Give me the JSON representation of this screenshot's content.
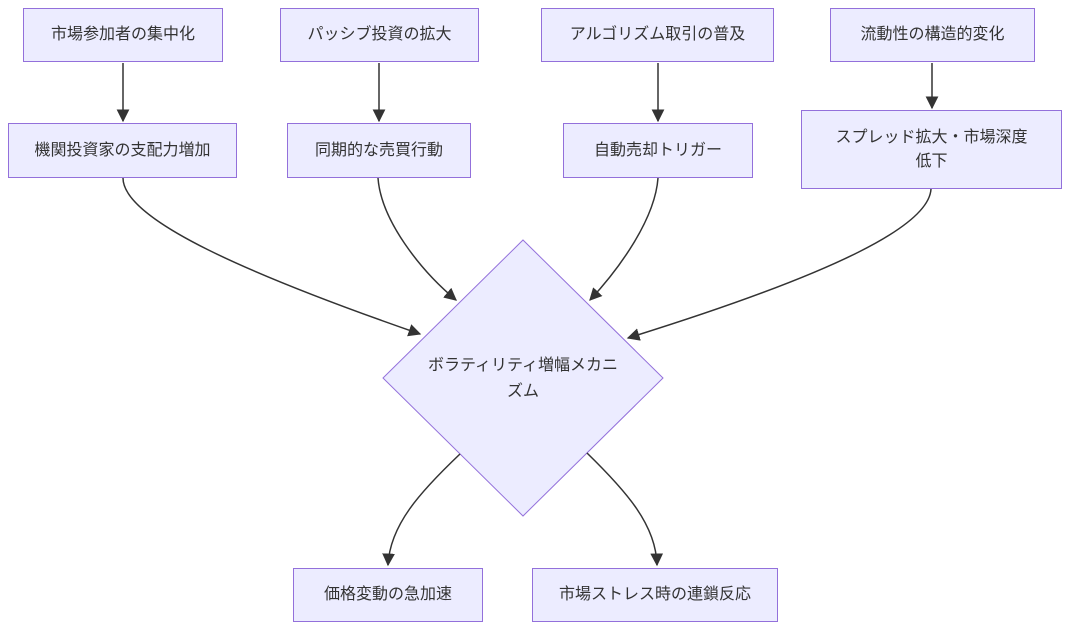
{
  "theme": {
    "background": "#ffffff",
    "node_fill": "#ECECFF",
    "node_border": "#9370DB",
    "edge_color": "#333333",
    "text_color": "#333333"
  },
  "diagram": {
    "type": "flowchart-top-down",
    "nodes": {
      "market_concentration": {
        "label": "市場参加者の集中化",
        "shape": "rect"
      },
      "passive_investing": {
        "label": "パッシブ投資の拡大",
        "shape": "rect"
      },
      "algo_trading": {
        "label": "アルゴリズム取引の普及",
        "shape": "rect"
      },
      "liquidity_shift": {
        "label": "流動性の構造的変化",
        "shape": "rect"
      },
      "institutional_dominance": {
        "label": "機関投資家の支配力増加",
        "shape": "rect"
      },
      "synchronized_trading": {
        "label": "同期的な売買行動",
        "shape": "rect"
      },
      "auto_sell_trigger": {
        "label": "自動売却トリガー",
        "shape": "rect"
      },
      "spread_widening": {
        "label": "スプレッド拡大・市場深度\n低下",
        "shape": "rect"
      },
      "volatility_mechanism": {
        "label": "ボラティリティ増幅メカニ\nズム",
        "shape": "diamond"
      },
      "price_acceleration": {
        "label": "価格変動の急加速",
        "shape": "rect"
      },
      "chain_reaction": {
        "label": "市場ストレス時の連鎖反応",
        "shape": "rect"
      }
    },
    "edges": [
      {
        "from": "market_concentration",
        "to": "institutional_dominance"
      },
      {
        "from": "passive_investing",
        "to": "synchronized_trading"
      },
      {
        "from": "algo_trading",
        "to": "auto_sell_trigger"
      },
      {
        "from": "liquidity_shift",
        "to": "spread_widening"
      },
      {
        "from": "institutional_dominance",
        "to": "volatility_mechanism"
      },
      {
        "from": "synchronized_trading",
        "to": "volatility_mechanism"
      },
      {
        "from": "auto_sell_trigger",
        "to": "volatility_mechanism"
      },
      {
        "from": "spread_widening",
        "to": "volatility_mechanism"
      },
      {
        "from": "volatility_mechanism",
        "to": "price_acceleration"
      },
      {
        "from": "volatility_mechanism",
        "to": "chain_reaction"
      }
    ]
  }
}
